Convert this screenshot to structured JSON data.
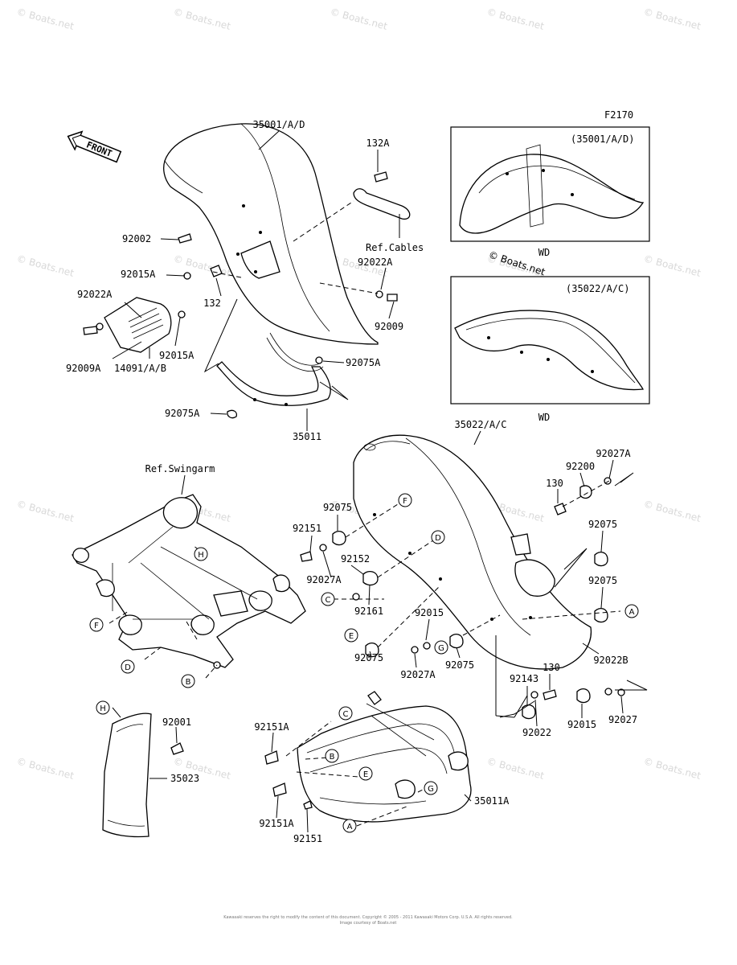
{
  "figure_code": "F2170",
  "front_arrow_text": "FRONT",
  "copyright_lines": [
    "Kawasaki reserves the right to modify the content of this document. Copyright © 2005 - 2011 Kawasaki Motors Corp. U.S.A. All rights reserved.",
    "Image courtesy of Boats.net"
  ],
  "watermark_text": "© Boats.net",
  "insets": [
    {
      "title": "(35001/A/D)",
      "caption": "WD"
    },
    {
      "title": "(35022/A/C)",
      "caption": "WD"
    }
  ],
  "part_labels": {
    "p35001": "35001/A/D",
    "p132A": "132A",
    "p92002": "92002",
    "refCables": "Ref.Cables",
    "p92022A_r": "92022A",
    "p92015A_t": "92015A",
    "p92022A_l": "92022A",
    "p132": "132",
    "p92009": "92009",
    "p92015A_b": "92015A",
    "p92009A": "92009A",
    "p14091": "14091/A/B",
    "p92075A_r": "92075A",
    "p92075A_l": "92075A",
    "p35011": "35011",
    "p35022": "35022/A/C",
    "refSwingarm": "Ref.Swingarm",
    "p92027A_t": "92027A",
    "p92200": "92200",
    "p130_t": "130",
    "p92075_a": "92075",
    "p92151": "92151",
    "p92075_r1": "92075",
    "p92152": "92152",
    "p92027A_m": "92027A",
    "p92075_r2": "92075",
    "p92161": "92161",
    "p92015": "92015",
    "p92075_b": "92075",
    "p92075_c": "92075",
    "p92027A_b": "92027A",
    "p92022B": "92022B",
    "p130_b": "130",
    "p92143": "92143",
    "p92022": "92022",
    "p92015_b": "92015",
    "p92027": "92027",
    "p92001": "92001",
    "p35023": "35023",
    "p92151A_t": "92151A",
    "p35011A": "35011A",
    "p92151A_b": "92151A",
    "p92151_b": "92151"
  },
  "callout_letters": [
    "A",
    "B",
    "C",
    "D",
    "E",
    "F",
    "G",
    "H"
  ]
}
